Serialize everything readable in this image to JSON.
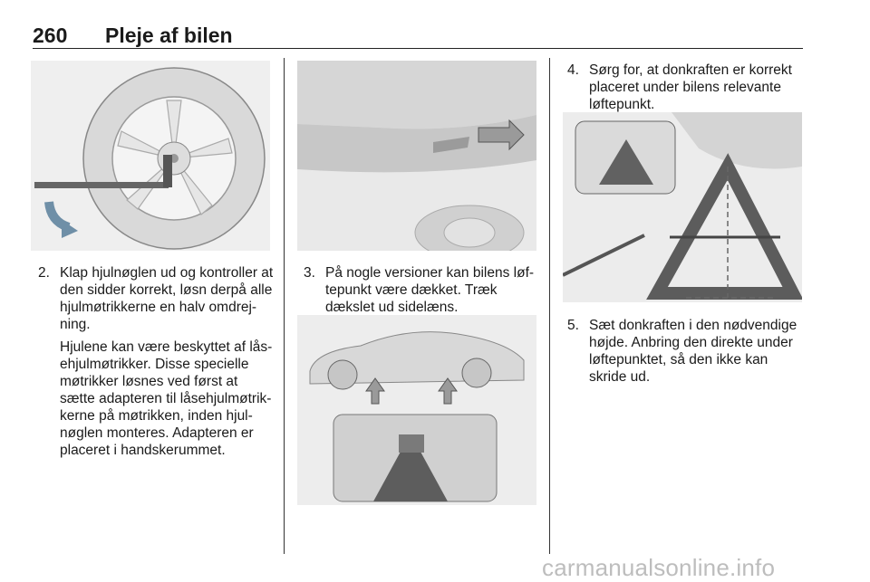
{
  "header": {
    "page_number": "260",
    "title": "Pleje af bilen"
  },
  "col1": {
    "figure": "wheel-wrench-icon",
    "step": {
      "number": "2.",
      "text": "Klap hjulnøglen ud og kontroller at den sidder korrekt, løsn derpå alle hjulmøtrikkerne en halv omdrej-ning.",
      "note": "Hjulene kan være beskyttet af lås-ehjulmøtrikker. Disse specielle møtrikker løsnes ved først at sætte adapteren til låsehjulmøtrik-kerne på møtrikken, inden hjul-nøglen monteres. Adapteren er placeret i handskerummet."
    }
  },
  "col2": {
    "figure_top": "underbody-cover-icon",
    "figure_bottom": "car-jack-points-icon",
    "step": {
      "number": "3.",
      "text": "På nogle versioner kan bilens løf-tepunkt være dækket. Træk dækslet ud sidelæns."
    }
  },
  "col3": {
    "figure": "scissor-jack-icon",
    "step4": {
      "number": "4.",
      "text": "Sørg for, at donkraften er korrekt placeret under bilens relevante løftepunkt."
    },
    "step5": {
      "number": "5.",
      "text": "Sæt donkraften i den nødvendige højde. Anbring den direkte under løftepunktet, så den ikke kan skride ud."
    }
  },
  "watermark": "carmanualsonline.info"
}
